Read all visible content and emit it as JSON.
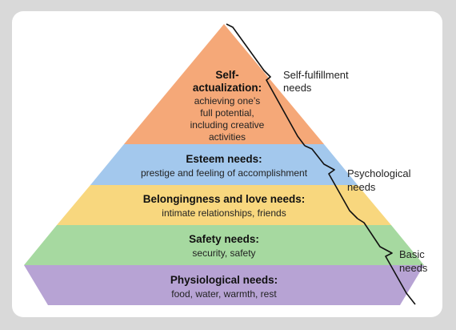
{
  "tiers": [
    {
      "title_lines": [
        "Self-",
        "actualization:"
      ],
      "desc_lines": [
        "achieving one’s",
        "full potential,",
        "including creative",
        "activities"
      ],
      "color": "#f5a878"
    },
    {
      "title_lines": [
        "Esteem needs:"
      ],
      "desc_lines": [
        "prestige and feeling of accomplishment"
      ],
      "color": "#a3c8ed"
    },
    {
      "title_lines": [
        "Belongingness and love needs:"
      ],
      "desc_lines": [
        "intimate relationships, friends"
      ],
      "color": "#f8d77e"
    },
    {
      "title_lines": [
        "Safety needs:"
      ],
      "desc_lines": [
        "security, safety"
      ],
      "color": "#a6d9a0"
    },
    {
      "title_lines": [
        "Physiological needs:"
      ],
      "desc_lines": [
        "food, water, warmth, rest"
      ],
      "color": "#b7a3d4"
    }
  ],
  "groups": [
    {
      "label_lines": [
        "Self-fulfillment",
        "needs"
      ]
    },
    {
      "label_lines": [
        "Psychological",
        "needs"
      ]
    },
    {
      "label_lines": [
        "Basic",
        "needs"
      ]
    }
  ],
  "colors": {
    "background": "#d9d9d9",
    "card": "#ffffff",
    "bracket": "#111111"
  }
}
